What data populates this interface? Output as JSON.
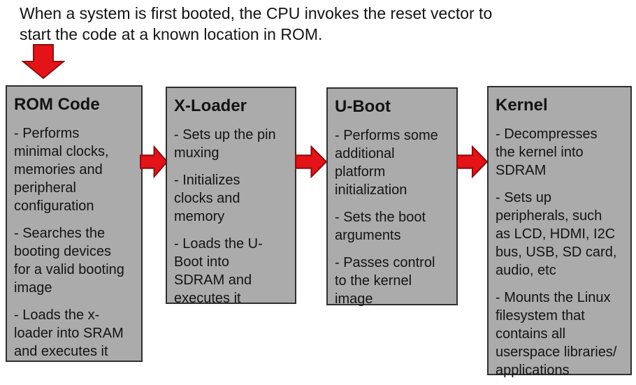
{
  "header": {
    "text": "When a system is first booted, the CPU invokes the reset vector to\nstart the code at a known location in ROM."
  },
  "boxes": [
    {
      "title": "ROM Code",
      "bullets": [
        "- Performs\nminimal clocks,\nmemories and\nperipheral\nconfiguration",
        "- Searches the\nbooting devices\nfor a valid booting\nimage",
        "- Loads the x-\nloader into SRAM\nand executes it"
      ]
    },
    {
      "title": "X-Loader",
      "bullets": [
        "- Sets up the pin\nmuxing",
        "- Initializes\nclocks and\nmemory",
        "- Loads the U-\nBoot into\nSDRAM and\nexecutes it"
      ]
    },
    {
      "title": "U-Boot",
      "bullets": [
        "- Performs some\nadditional\nplatform\ninitialization",
        "- Sets the boot\narguments",
        "- Passes control\nto the kernel\nimage"
      ]
    },
    {
      "title": "Kernel",
      "bullets": [
        "- Decompresses\nthe kernel into\nSDRAM",
        "- Sets up\nperipherals, such\nas LCD, HDMI, I2C\nbus, USB, SD card,\naudio, etc",
        "- Mounts the Linux\nfilesystem that\ncontains all\nuserspace libraries/\napplications"
      ]
    }
  ],
  "icons": {
    "down_arrow": "down-arrow-icon",
    "right_arrow": "right-arrow-icon"
  },
  "colors": {
    "background": "#FFFFFF",
    "text": "#141414",
    "box_fill": "#ABABAB",
    "box_border": "#2F2F2F",
    "arrow_fill": "#E41318",
    "arrow_outline": "#8B1010"
  }
}
